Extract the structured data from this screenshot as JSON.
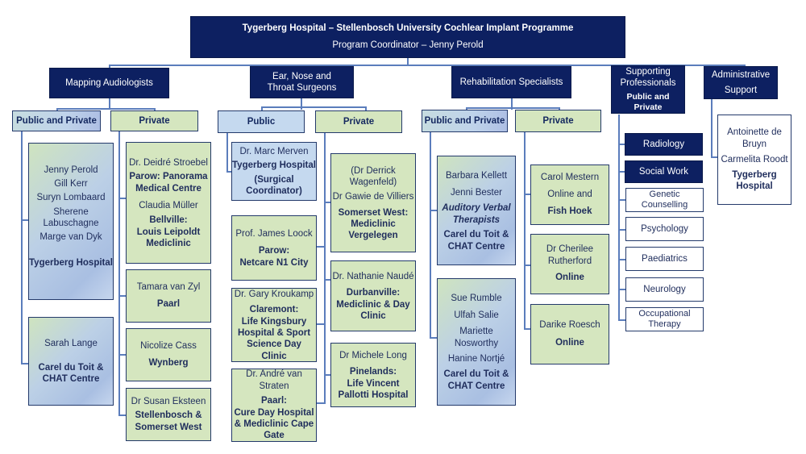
{
  "root": {
    "title": "Tygerberg Hospital – Stellenbosch University Cochlear Implant Programme",
    "subtitle": "Program Coordinator – Jenny Perold"
  },
  "departments": {
    "mapping": {
      "label": "Mapping Audiologists",
      "public_private": {
        "label": "Public and Private",
        "boxes": [
          {
            "names": [
              "Jenny Perold",
              "Gill Kerr",
              "Suryn Lombaard",
              "Sherene Labuschagne",
              "Marge van Dyk"
            ],
            "location": "Tygerberg Hospital"
          },
          {
            "names": [
              "Sarah Lange"
            ],
            "location": "Carel du Toit & CHAT Centre"
          }
        ]
      },
      "private": {
        "label": "Private",
        "boxes": [
          {
            "name1": "Dr. Deidré Stroebel",
            "loc1": "Parow: Panorama Medical Centre",
            "name2": "Claudia Müller",
            "loc2a": "Bellville:",
            "loc2b": "Louis Leipoldt Mediclinic"
          },
          {
            "name": "Tamara van Zyl",
            "location": "Paarl"
          },
          {
            "name": "Nicolize Cass",
            "location": "Wynberg"
          },
          {
            "name": "Dr Susan Eksteen",
            "location": "Stellenbosch & Somerset West"
          }
        ]
      }
    },
    "ent": {
      "label": "Ear, Nose and Throat Surgeons",
      "public": {
        "label": "Public",
        "boxes": [
          {
            "name": "Dr. Marc Merven",
            "location": "Tygerberg Hospital",
            "note": "(Surgical Coordinator)"
          }
        ]
      },
      "private": {
        "label": "Private",
        "boxes_left": [
          {
            "name": "Prof. James Loock",
            "loc_a": "Parow:",
            "loc_b": "Netcare N1 City"
          },
          {
            "name": "Dr. Gary Kroukamp",
            "loc_a": "Claremont:",
            "loc_b": "Life Kingsbury Hospital & Sport Science Day Clinic"
          },
          {
            "name": "Dr. André van Straten",
            "loc_a": "Paarl:",
            "loc_b": "Cure Day Hospital & Mediclinic Cape Gate"
          }
        ],
        "boxes_right": [
          {
            "name_a": "(Dr Derrick Wagenfeld)",
            "name_b": "Dr Gawie de Villiers",
            "loc_a": "Somerset West:",
            "loc_b": "Mediclinic Vergelegen"
          },
          {
            "name": "Dr. Nathanie Naudé",
            "loc_a": "Durbanville:",
            "loc_b": "Mediclinic & Day Clinic"
          },
          {
            "name": "Dr Michele Long",
            "loc_a": "Pinelands:",
            "loc_b": "Life Vincent Pallotti Hospital"
          }
        ]
      }
    },
    "rehab": {
      "label": "Rehabilitation Specialists",
      "public_private": {
        "label": "Public and Private",
        "boxes": [
          {
            "names": [
              "Barbara Kellett",
              "Jenni Bester"
            ],
            "role": "Auditory Verbal Therapists",
            "location": "Carel du Toit & CHAT Centre"
          },
          {
            "names": [
              "Sue Rumble",
              "Ulfah Salie",
              "Mariette Nosworthy",
              "Hanine Nortjé"
            ],
            "location": "Carel du Toit & CHAT Centre"
          }
        ]
      },
      "private": {
        "label": "Private",
        "boxes": [
          {
            "name": "Carol Mestern",
            "loc_a": "Online and",
            "loc_b": "Fish Hoek"
          },
          {
            "name": "Dr Cherilee Rutherford",
            "location": "Online"
          },
          {
            "name": "Darike Roesch",
            "location": "Online"
          }
        ]
      }
    },
    "supporting": {
      "label": "Supporting Professionals",
      "sublabel": "Public and Private",
      "items": [
        "Radiology",
        "Social Work",
        "Genetic Counselling",
        "Psychology",
        "Paediatrics",
        "Neurology",
        "Occupational Therapy"
      ]
    },
    "admin": {
      "label": "Administrative Support",
      "names": [
        "Antoinette de Bruyn",
        "Carmelita Roodt"
      ],
      "location": "Tygerberg Hospital"
    }
  },
  "colors": {
    "navy": "#0d2061",
    "green": "#d5e6bf",
    "light_blue": "#c5d9ef",
    "connector": "#5b7dbc",
    "text": "#1f2d5c"
  }
}
